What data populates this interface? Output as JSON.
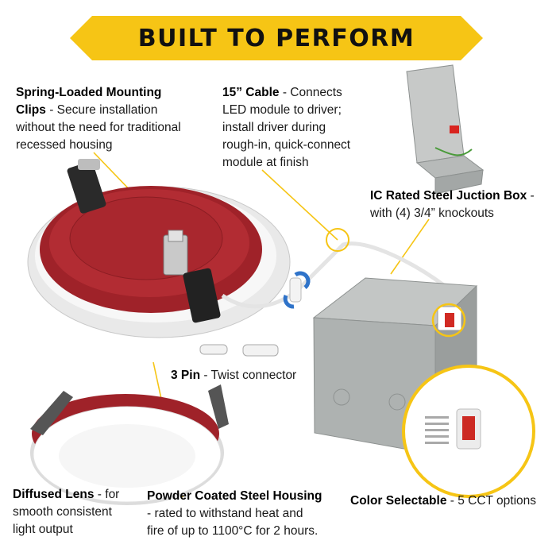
{
  "banner": {
    "title": "BUILT TO PERFORM",
    "color": "#F6C515"
  },
  "callouts": {
    "clips": {
      "title": "Spring-Loaded Mounting",
      "title2": "Clips",
      "desc": " - Secure installation",
      "desc2": "without the need for traditional",
      "desc3": "recessed housing"
    },
    "cable": {
      "title": "15” Cable",
      "desc": " - Connects",
      "line2": "LED module to driver;",
      "line3": "install driver during",
      "line4": "rough-in, quick-connect",
      "line5": "module at finish"
    },
    "junction": {
      "title": "IC Rated Steel Juction Box",
      "desc": " -",
      "line2": "with (4) 3/4” knockouts"
    },
    "pin": {
      "title": "3 Pin",
      "desc": " - Twist connector"
    },
    "lens": {
      "title": "Diffused Lens",
      "desc": " - for",
      "line2": "smooth consistent",
      "line3": "light output"
    },
    "housing": {
      "title": "Powder Coated Steel Housing",
      "line2": "- rated to withstand heat and",
      "line3": "fire of up to 1100°C for 2 hours."
    },
    "color": {
      "title": "Color Selectable",
      "desc": " - 5 CCT options"
    }
  },
  "colors": {
    "accent": "#F6C515",
    "housing_red": "#A8262C",
    "box_gray": "#A9AEAC"
  }
}
